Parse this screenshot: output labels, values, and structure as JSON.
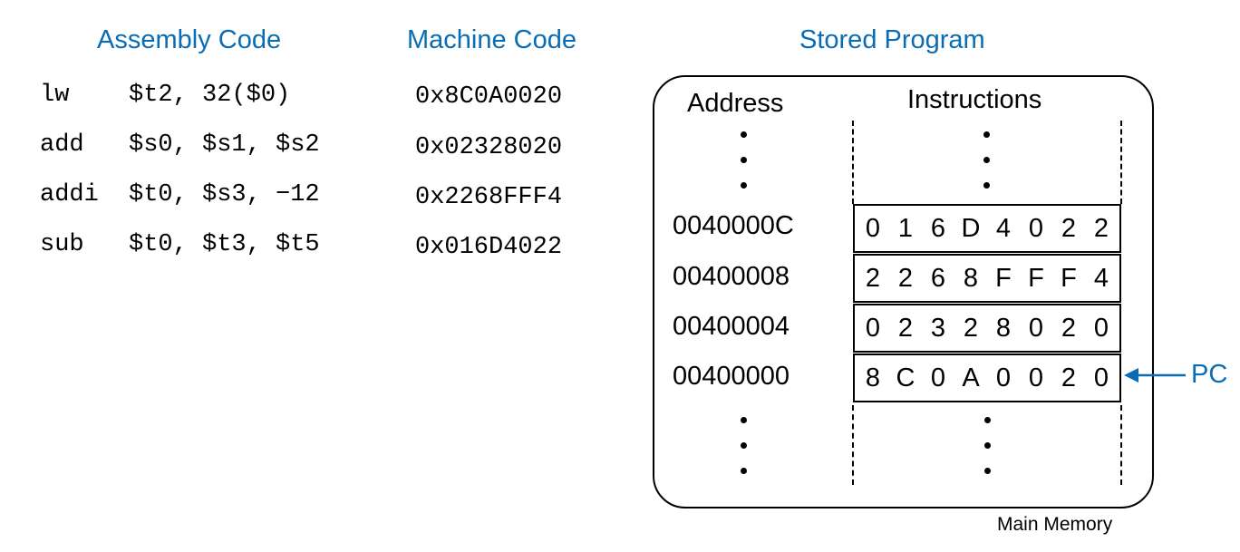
{
  "headings": {
    "assembly": "Assembly Code",
    "machine": "Machine Code",
    "stored": "Stored Program"
  },
  "assembly": [
    {
      "op": "lw",
      "args": "$t2, 32($0)"
    },
    {
      "op": "add",
      "args": "$s0, $s1, $s2"
    },
    {
      "op": "addi",
      "args": "$t0, $s3, −12"
    },
    {
      "op": "sub",
      "args": "$t0, $t3, $t5"
    }
  ],
  "machine_code": [
    "0x8C0A0020",
    "0x02328020",
    "0x2268FFF4",
    "0x016D4022"
  ],
  "memory": {
    "address_header": "Address",
    "instructions_header": "Instructions",
    "rows": [
      {
        "address": "0040000C",
        "instruction": "016D4022"
      },
      {
        "address": "00400008",
        "instruction": "2268FFF4"
      },
      {
        "address": "00400004",
        "instruction": "02328020"
      },
      {
        "address": "00400000",
        "instruction": "8C0A0020"
      }
    ],
    "footer": "Main Memory"
  },
  "pc_label": "PC",
  "colors": {
    "accent": "#0a6db4",
    "ink": "#000000"
  }
}
